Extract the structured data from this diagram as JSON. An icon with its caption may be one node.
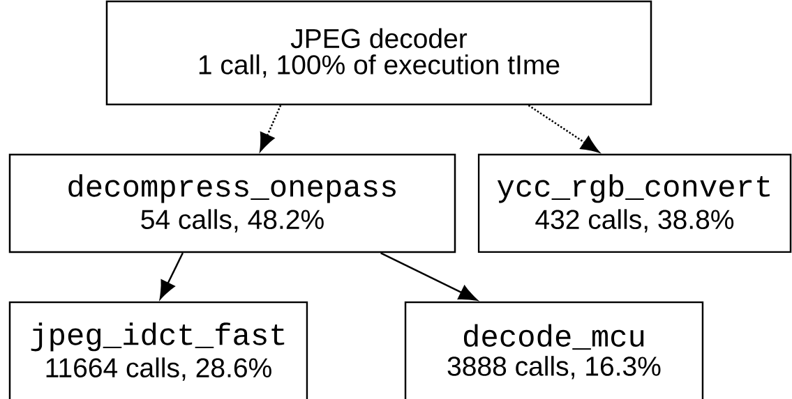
{
  "diagram": {
    "nodes": [
      {
        "text": [
          "JPEG decoder",
          "1 call, 100% of execution tIme"
        ]
      },
      {
        "text": [
          "decompress_onepass",
          "54 calls, 48.2%"
        ]
      },
      {
        "text": [
          "ycc_rgb_convert",
          "432 calls, 38.8%"
        ]
      },
      {
        "text": [
          "jpeg_idct_fast",
          "11664 calls, 28.6%"
        ]
      },
      {
        "text": [
          "decode_mcu",
          "3888 calls, 16.3%"
        ]
      }
    ],
    "edges": [
      {
        "from": 0,
        "to": 1,
        "arrow": "to",
        "style": "dashed"
      },
      {
        "from": 0,
        "to": 2,
        "arrow": "to",
        "style": "dashed"
      },
      {
        "from": 1,
        "to": 3,
        "arrow": "to"
      },
      {
        "from": 1,
        "to": 4,
        "arrow": "to"
      }
    ]
  }
}
